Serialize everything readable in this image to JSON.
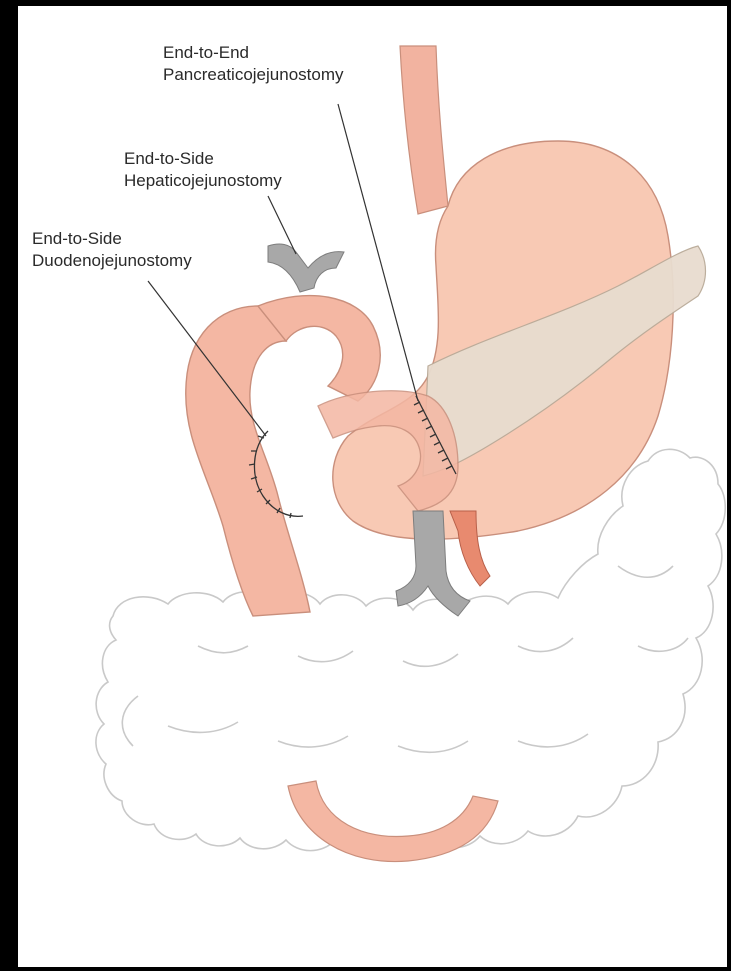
{
  "labels": {
    "pancreatico": {
      "line1": "End-to-End",
      "line2": "Pancreaticojejunostomy"
    },
    "hepatico": {
      "line1": "End-to-Side",
      "line2": "Hepaticojejunostomy"
    },
    "duodeno": {
      "line1": "End-to-Side",
      "line2": "Duodenojejunostomy"
    }
  },
  "colors": {
    "frame": "#000000",
    "background": "#ffffff",
    "stomach": "#f8c9b4",
    "jejunum": "#f4b7a3",
    "pancreas": "#e8dccf",
    "vessel": "#a0a0a0",
    "colon_outline": "#c9c9c9",
    "suture": "#333333"
  }
}
